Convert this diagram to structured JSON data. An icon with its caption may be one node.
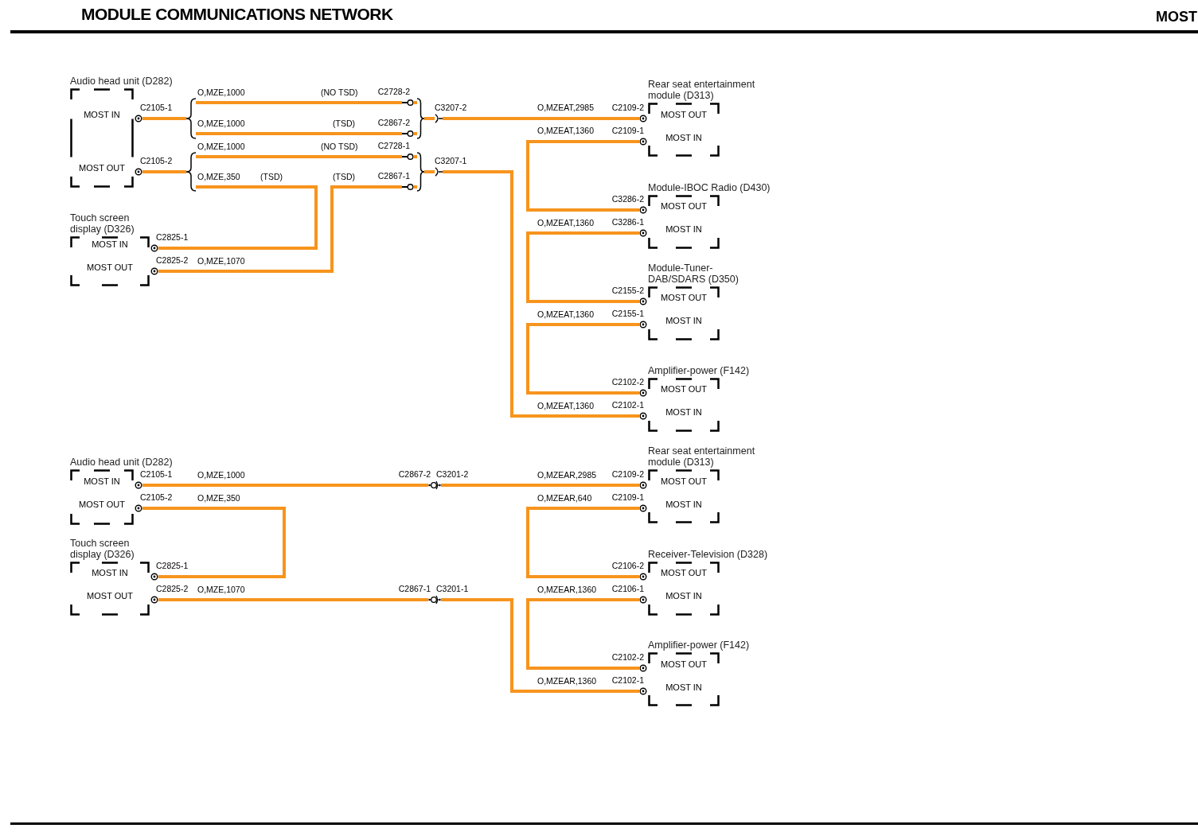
{
  "diagram": {
    "title": "MODULE COMMUNICATIONS NETWORK",
    "nodes": [
      {
        "text": [
          "Audio head unit (D282)"
        ]
      },
      {
        "text": [
          "MOST IN"
        ],
        "in": 0,
        "beside": [
          "C2105-1"
        ]
      },
      {
        "text": [
          "MOST OUT"
        ],
        "in": 0,
        "beside": [
          "C2105-2"
        ]
      },
      {
        "text": [
          "Touch screen display (D326)"
        ]
      },
      {
        "text": [
          "MOST IN"
        ],
        "in": 3,
        "beside": [
          "C2825-1"
        ]
      },
      {
        "text": [
          "MOST OUT"
        ],
        "in": 3,
        "beside": [
          "C2825-2"
        ]
      },
      {
        "text": [],
        "shape": "circle",
        "beside": [
          "C2728-2"
        ]
      },
      {
        "text": [],
        "shape": "circle",
        "beside": [
          "C2867-2"
        ]
      },
      {
        "text": [],
        "shape": "circle",
        "beside": [
          "C2728-1"
        ]
      },
      {
        "text": [],
        "shape": "circle",
        "beside": [
          "C2867-1"
        ]
      },
      {
        "text": [],
        "shape": "arc",
        "beside": [
          "C3207-2"
        ]
      },
      {
        "text": [],
        "shape": "arc",
        "beside": [
          "C3207-1"
        ]
      },
      {
        "text": [
          "Rear seat entertainment module (D313)"
        ]
      },
      {
        "text": [
          "MOST OUT"
        ],
        "in": 12,
        "beside": [
          "C2109-2"
        ]
      },
      {
        "text": [
          "MOST IN"
        ],
        "in": 12,
        "beside": [
          "C2109-1"
        ]
      },
      {
        "text": [
          "Module-IBOC Radio (D430)"
        ]
      },
      {
        "text": [
          "MOST OUT"
        ],
        "in": 15,
        "beside": [
          "C3286-2"
        ]
      },
      {
        "text": [
          "MOST IN"
        ],
        "in": 15,
        "beside": [
          "C3286-1"
        ]
      },
      {
        "text": [
          "Module-Tuner- DAB/SDARS (D350)"
        ]
      },
      {
        "text": [
          "MOST OUT"
        ],
        "in": 18,
        "beside": [
          "C2155-2"
        ]
      },
      {
        "text": [
          "MOST IN"
        ],
        "in": 18,
        "beside": [
          "C2155-1"
        ]
      },
      {
        "text": [
          "Amplifier-power (F142)"
        ]
      },
      {
        "text": [
          "MOST OUT"
        ],
        "in": 21,
        "beside": [
          "C2102-2"
        ]
      },
      {
        "text": [
          "MOST IN"
        ],
        "in": 21,
        "beside": [
          "C2102-1"
        ]
      },
      {
        "text": [
          "Audio head unit (D282)"
        ]
      },
      {
        "text": [
          "MOST IN"
        ],
        "in": 24,
        "beside": [
          "C2105-1"
        ]
      },
      {
        "text": [
          "MOST OUT"
        ],
        "in": 24,
        "beside": [
          "C2105-2"
        ]
      },
      {
        "text": [
          "Touch screen display (D326)"
        ]
      },
      {
        "text": [
          "MOST IN"
        ],
        "in": 27,
        "beside": [
          "C2825-1"
        ]
      },
      {
        "text": [
          "MOST OUT"
        ],
        "in": 27,
        "beside": [
          "C2825-2"
        ]
      },
      {
        "text": [],
        "shape": "circle",
        "beside": [
          "C2867-2",
          "C3201-2"
        ]
      },
      {
        "text": [],
        "shape": "circle",
        "beside": [
          "C2867-1",
          "C3201-1"
        ]
      },
      {
        "text": [
          "Rear seat entertainment module (D313)"
        ]
      },
      {
        "text": [
          "MOST OUT"
        ],
        "in": 32,
        "beside": [
          "C2109-2"
        ]
      },
      {
        "text": [
          "MOST IN"
        ],
        "in": 32,
        "beside": [
          "C2109-1"
        ]
      },
      {
        "text": [
          "Receiver-Television (D328)"
        ]
      },
      {
        "text": [
          "MOST OUT"
        ],
        "in": 35,
        "beside": [
          "C2106-2"
        ]
      },
      {
        "text": [
          "MOST IN"
        ],
        "in": 35,
        "beside": [
          "C2106-1"
        ]
      },
      {
        "text": [
          "Amplifier-power (F142)"
        ]
      },
      {
        "text": [
          "MOST OUT"
        ],
        "in": 38,
        "beside": [
          "C2102-2"
        ]
      },
      {
        "text": [
          "MOST IN"
        ],
        "in": 38,
        "beside": [
          "C2102-1"
        ]
      },
      {
        "text": [],
        "shape": "brace"
      },
      {
        "text": [],
        "shape": "brace"
      },
      {
        "text": [],
        "shape": "brace"
      },
      {
        "text": [],
        "shape": "brace"
      }
    ],
    "edges": [
      {
        "from": 1,
        "to": 41,
        "arrow": "none"
      },
      {
        "from": 41,
        "to": 6,
        "arrow": "none",
        "label": "O,MZE,1000"
      },
      {
        "from": 41,
        "to": 7,
        "arrow": "none",
        "label": "O,MZE,1000"
      },
      {
        "from": 2,
        "to": 42,
        "arrow": "none"
      },
      {
        "from": 42,
        "to": 8,
        "arrow": "none",
        "label": "O,MZE,1000"
      },
      {
        "from": 42,
        "to": 4,
        "arrow": "none",
        "label": "O,MZE,350"
      },
      {
        "from": 5,
        "to": 9,
        "arrow": "none",
        "label": "O,MZE,1070"
      },
      {
        "from": 6,
        "to": 43,
        "arrow": "none"
      },
      {
        "from": 7,
        "to": 43,
        "arrow": "none"
      },
      {
        "from": 43,
        "to": 10,
        "arrow": "none"
      },
      {
        "from": 8,
        "to": 44,
        "arrow": "none"
      },
      {
        "from": 9,
        "to": 44,
        "arrow": "none"
      },
      {
        "from": 44,
        "to": 11,
        "arrow": "none"
      },
      {
        "from": 10,
        "to": 13,
        "arrow": "none",
        "label": "O,MZEAT,2985"
      },
      {
        "from": 14,
        "to": 16,
        "arrow": "none",
        "label": "O,MZEAT,1360"
      },
      {
        "from": 17,
        "to": 19,
        "arrow": "none",
        "label": "O,MZEAT,1360"
      },
      {
        "from": 20,
        "to": 22,
        "arrow": "none",
        "label": "O,MZEAT,1360"
      },
      {
        "from": 11,
        "to": 23,
        "arrow": "none",
        "label": "O,MZEAT,1360"
      },
      {
        "from": 25,
        "to": 30,
        "arrow": "none",
        "label": "O,MZE,1000"
      },
      {
        "from": 30,
        "to": 33,
        "arrow": "none",
        "label": "O,MZEAR,2985"
      },
      {
        "from": 26,
        "to": 28,
        "arrow": "none",
        "label": "O,MZE,350"
      },
      {
        "from": 29,
        "to": 31,
        "arrow": "none",
        "label": "O,MZE,1070"
      },
      {
        "from": 31,
        "to": 40,
        "arrow": "none",
        "label": "O,MZEAR,1360"
      },
      {
        "from": 34,
        "to": 36,
        "arrow": "none",
        "label": "O,MZEAR,640"
      },
      {
        "from": 37,
        "to": 39,
        "arrow": "none",
        "label": "O,MZEAR,1360"
      }
    ],
    "labels": [
      "MOST",
      "(NO TSD)",
      "(TSD)",
      "(NO TSD)",
      "(TSD)",
      "(TSD)"
    ]
  }
}
